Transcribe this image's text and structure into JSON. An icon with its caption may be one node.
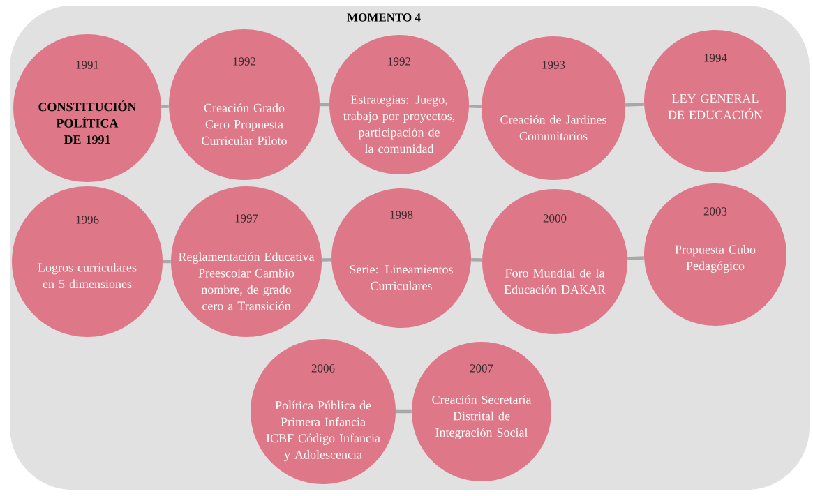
{
  "diagram": {
    "title": "MOMENTO 4",
    "nodes": [
      {
        "text": [
          "1991",
          "CONSTITUCIÓN POLÍTICA DE 1991"
        ]
      },
      {
        "text": [
          "1992",
          "Creación Grado Cero Propuesta Curricular Piloto"
        ]
      },
      {
        "text": [
          "1992",
          "Estrategias: Juego, trabajo por proyectos, participación de la comunidad"
        ]
      },
      {
        "text": [
          "1993",
          "Creación de Jardines Comunitarios"
        ]
      },
      {
        "text": [
          "1994",
          "LEY GENERAL DE EDUCACIÓN"
        ]
      },
      {
        "text": [
          "1996",
          "Logros curriculares en 5 dimensiones"
        ]
      },
      {
        "text": [
          "1997",
          "Reglamentación Educativa Preescolar Cambio nombre, de grado cero a Transición"
        ]
      },
      {
        "text": [
          "1998",
          "Serie: Lineamientos Curriculares"
        ]
      },
      {
        "text": [
          "2000",
          "Foro Mundial de la Educación DAKAR"
        ]
      },
      {
        "text": [
          "2003",
          "Propuesta Cubo Pedagógico"
        ]
      },
      {
        "text": [
          "2006",
          "Política Pública de Primera Infancia ICBF Código Infancia y Adolescencia"
        ]
      },
      {
        "text": [
          "2007",
          "Creación Secretaría Distrital de Integración Social"
        ]
      }
    ],
    "edges": [
      {
        "from": 0,
        "to": 1,
        "arrow": "none"
      },
      {
        "from": 1,
        "to": 2,
        "arrow": "none"
      },
      {
        "from": 2,
        "to": 3,
        "arrow": "none"
      },
      {
        "from": 3,
        "to": 4,
        "arrow": "none"
      },
      {
        "from": 5,
        "to": 6,
        "arrow": "none"
      },
      {
        "from": 6,
        "to": 7,
        "arrow": "none"
      },
      {
        "from": 7,
        "to": 8,
        "arrow": "none"
      },
      {
        "from": 8,
        "to": 9,
        "arrow": "none"
      },
      {
        "from": 10,
        "to": 11,
        "arrow": "none"
      }
    ]
  }
}
